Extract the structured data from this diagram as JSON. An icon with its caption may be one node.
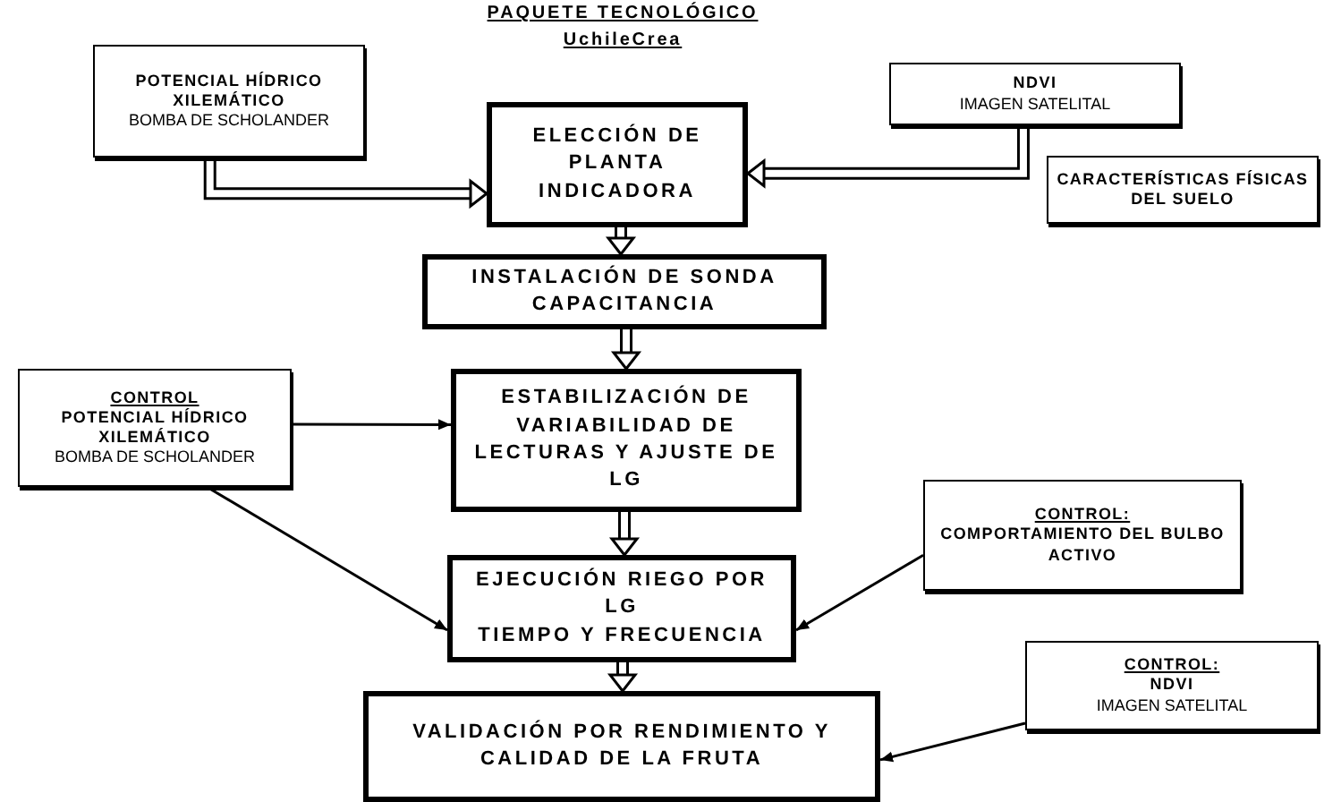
{
  "diagram": {
    "title": "PAQUETE TECNOLÓGICO UchileCrea",
    "nodes": [
      {
        "text": [
          "POTENCIAL HÍDRICO XILEMÁTICO",
          "BOMBA DE SCHOLANDER"
        ]
      },
      {
        "text": [
          "ELECCIÓN DE PLANTA INDICADORA"
        ]
      },
      {
        "text": [
          "NDVI",
          "IMAGEN SATELITAL"
        ]
      },
      {
        "text": [
          "CARACTERÍSTICAS FÍSICAS DEL SUELO"
        ]
      },
      {
        "text": [
          "INSTALACIÓN DE SONDA CAPACITANCIA"
        ]
      },
      {
        "text": [
          "CONTROL",
          "POTENCIAL HÍDRICO XILEMÁTICO",
          "BOMBA DE SCHOLANDER"
        ]
      },
      {
        "text": [
          "ESTABILIZACIÓN DE VARIABILIDAD DE LECTURAS Y AJUSTE DE LG"
        ]
      },
      {
        "text": [
          "CONTROL:",
          "COMPORTAMIENTO DEL BULBO ACTIVO"
        ]
      },
      {
        "text": [
          "EJECUCIÓN RIEGO POR LG",
          "TIEMPO Y FRECUENCIA"
        ]
      },
      {
        "text": [
          "VALIDACIÓN POR RENDIMIENTO Y CALIDAD DE LA FRUTA"
        ]
      },
      {
        "text": [
          "CONTROL:",
          "NDVI",
          "IMAGEN SATELITAL"
        ]
      }
    ],
    "edges": [
      {
        "from": 0,
        "to": 1,
        "arrow": "to"
      },
      {
        "from": 2,
        "to": 1,
        "arrow": "to"
      },
      {
        "from": 1,
        "to": 4,
        "arrow": "to"
      },
      {
        "from": 4,
        "to": 6,
        "arrow": "to"
      },
      {
        "from": 5,
        "to": 6,
        "arrow": "to"
      },
      {
        "from": 6,
        "to": 8,
        "arrow": "to"
      },
      {
        "from": 5,
        "to": 8,
        "arrow": "to"
      },
      {
        "from": 7,
        "to": 8,
        "arrow": "to"
      },
      {
        "from": 8,
        "to": 9,
        "arrow": "to"
      },
      {
        "from": 10,
        "to": 9,
        "arrow": "to"
      }
    ]
  }
}
